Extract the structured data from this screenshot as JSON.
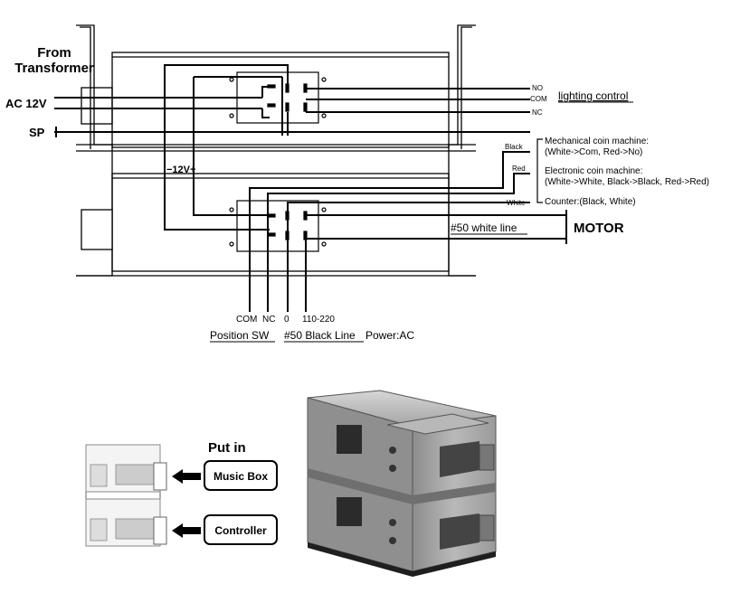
{
  "transformer_label_line1": "From",
  "transformer_label_line2": "Transformer",
  "input_ac": "AC 12V",
  "input_sp": "SP",
  "voltage_label": "−12V+",
  "relay_terminals": {
    "no": "NO",
    "com": "COM",
    "nc": "NC"
  },
  "lighting_control": "lighting control",
  "wire_colors": {
    "black": "Black",
    "red": "Red",
    "white": "White"
  },
  "coin_machines": {
    "mechanical_title": "Mechanical coin machine:",
    "mechanical_mapping": "(White->Com, Red->No)",
    "electronic_title": "Electronic coin machine:",
    "electronic_mapping": "(White->White, Black->Black, Red->Red)",
    "counter": "Counter:(Black, White)"
  },
  "motor_line": "#50 white line",
  "motor_label": "MOTOR",
  "bottom_terminals": {
    "com": "COM",
    "nc": "NC",
    "zero": "0",
    "voltage": "110-220"
  },
  "position_sw": "Position SW",
  "black_line": "#50 Black Line",
  "power": "Power:AC",
  "put_in": "Put in",
  "music_box": "Music Box",
  "controller": "Controller"
}
